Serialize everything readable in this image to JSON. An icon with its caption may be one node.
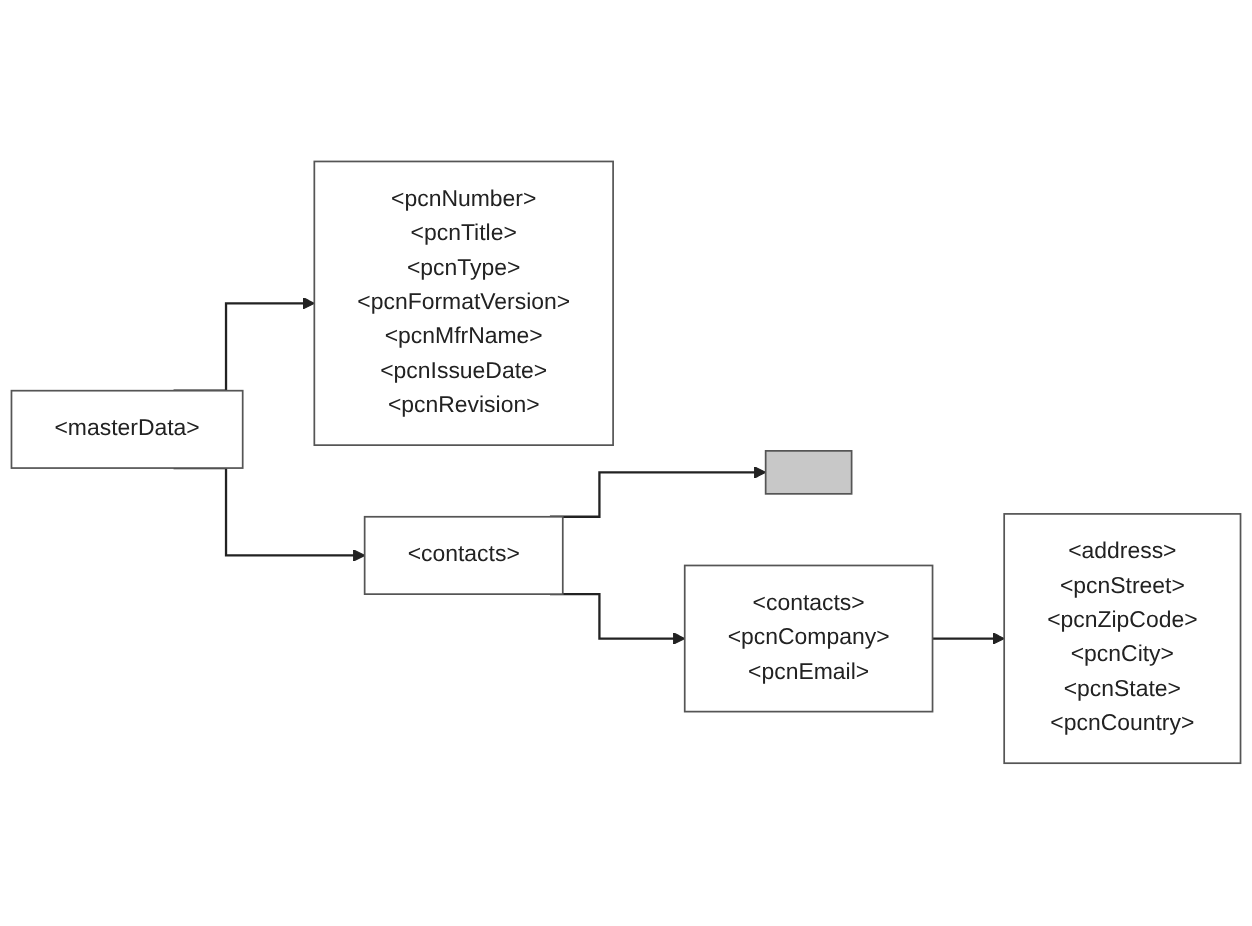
{
  "diagram": {
    "nodes": [
      {
        "text": [
          "<masterData>"
        ]
      },
      {
        "text": [
          "<pcnNumber>",
          "<pcnTitle>",
          "<pcnType>",
          "<pcnFormatVersion>",
          "<pcnMfrName>",
          "<pcnIssueDate>",
          "<pcnRevision>"
        ]
      },
      {
        "text": [
          "<contacts>"
        ]
      },
      {
        "text": [],
        "shape": "box"
      },
      {
        "text": [
          "<contacts>",
          "<pcnCompany>",
          "<pcnEmail>"
        ]
      },
      {
        "text": [
          "<address>",
          "<pcnStreet>",
          "<pcnZipCode>",
          "<pcnCity>",
          "<pcnState>",
          "<pcnCountry>"
        ]
      }
    ],
    "edges": [
      {
        "from": 0,
        "to": 1,
        "arrow": "to"
      },
      {
        "from": 0,
        "to": 2,
        "arrow": "to"
      },
      {
        "from": 2,
        "to": 3,
        "arrow": "to"
      },
      {
        "from": 2,
        "to": 4,
        "arrow": "to"
      },
      {
        "from": 4,
        "to": 5,
        "arrow": "to"
      }
    ]
  }
}
